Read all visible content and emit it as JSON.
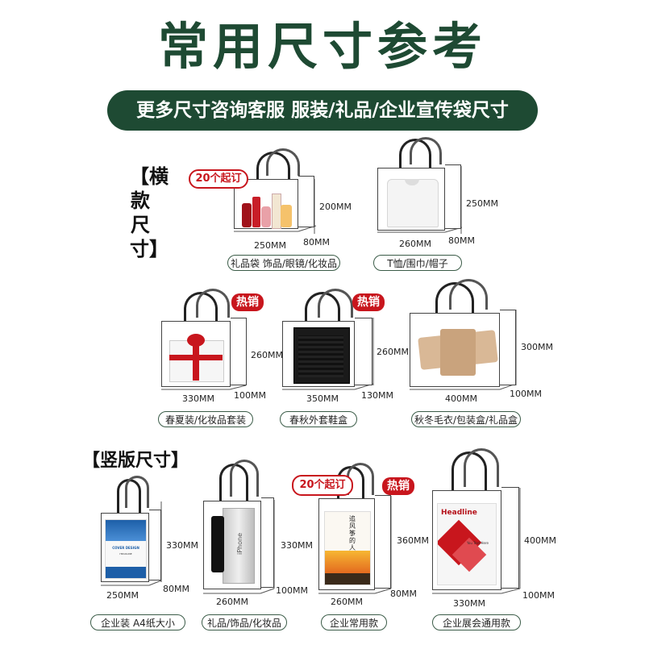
{
  "header": {
    "title": "常用尺寸参考",
    "subtitle": "更多尺寸咨询客服  服装/礼品/企业宣传袋尺寸"
  },
  "horizontal_section": {
    "label": "【横款尺寸】"
  },
  "vertical_section": {
    "label": "【竖版尺寸】"
  },
  "bags": {
    "gift": {
      "width": "250MM",
      "height": "200MM",
      "depth": "80MM",
      "caption": "礼品袋 饰品/眼镜/化妆品",
      "badge": "20个起订"
    },
    "tshirt": {
      "width": "260MM",
      "height": "250MM",
      "depth": "80MM",
      "caption": "T恤/围巾/帽子"
    },
    "spring": {
      "width": "330MM",
      "height": "260MM",
      "depth": "100MM",
      "caption": "春夏装/化妆品套装",
      "badge": "热销"
    },
    "autumn": {
      "width": "350MM",
      "height": "260MM",
      "depth": "130MM",
      "caption": "春秋外套鞋盒",
      "badge": "热销"
    },
    "winter": {
      "width": "400MM",
      "height": "300MM",
      "depth": "100MM",
      "caption": "秋冬毛衣/包装盒/礼品盒"
    },
    "a4": {
      "width": "250MM",
      "height": "330MM",
      "depth": "80MM",
      "caption": "企业装 A4纸大小",
      "poster_title": "COVER DESIGN",
      "poster_sub": "HEADLINE"
    },
    "phone": {
      "width": "260MM",
      "height": "330MM",
      "depth": "100MM",
      "caption": "礼品/饰品/化妆品",
      "phone_text": "iPhone"
    },
    "common": {
      "width": "260MM",
      "height": "360MM",
      "depth": "80MM",
      "caption": "企业常用款",
      "badge_outline": "20个起订",
      "badge": "热销",
      "book_text": "追风筝的人"
    },
    "expo": {
      "width": "330MM",
      "height": "400MM",
      "depth": "100MM",
      "caption": "企业展会通用款",
      "poster_title": "Headline",
      "poster_sub": "You Text Here"
    }
  },
  "colors": {
    "brand_green": "#1e4a33",
    "badge_red": "#c8161d"
  }
}
